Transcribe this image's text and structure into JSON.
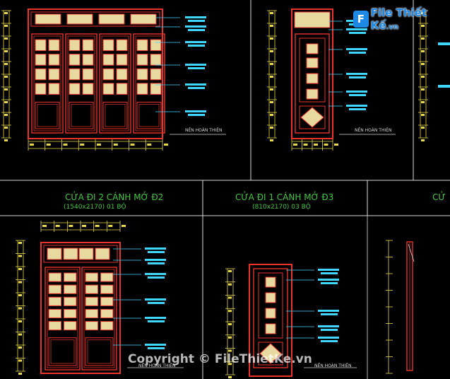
{
  "drawing": {
    "colors": {
      "background": "#000000",
      "frame_red": "#e8322a",
      "panel_fill": "#e8d9a0",
      "dimension_yellow": "#e6d84a",
      "leader_cyan": "#3fd7ff",
      "title_green": "#3fc83f",
      "border_white": "#d8d8d8"
    },
    "views": [
      {
        "title": "CỬA ĐI 2 CÁNH MỞ Đ2",
        "subtitle": "(1540x2170)   01  BỘ"
      },
      {
        "title": "CỬA ĐI 1 CÁNH MỞ Đ3",
        "subtitle": "(810x2170)    03  BỘ"
      },
      {
        "title": "CỬ",
        "subtitle": ""
      }
    ],
    "notes": {
      "floor_level": "NỀN HOÀN THIỆN"
    }
  },
  "watermark": {
    "logo_name": "File Thiết Kế",
    "logo_domain": ".vn",
    "copyright": "Copyright © FileThietKe.vn"
  }
}
